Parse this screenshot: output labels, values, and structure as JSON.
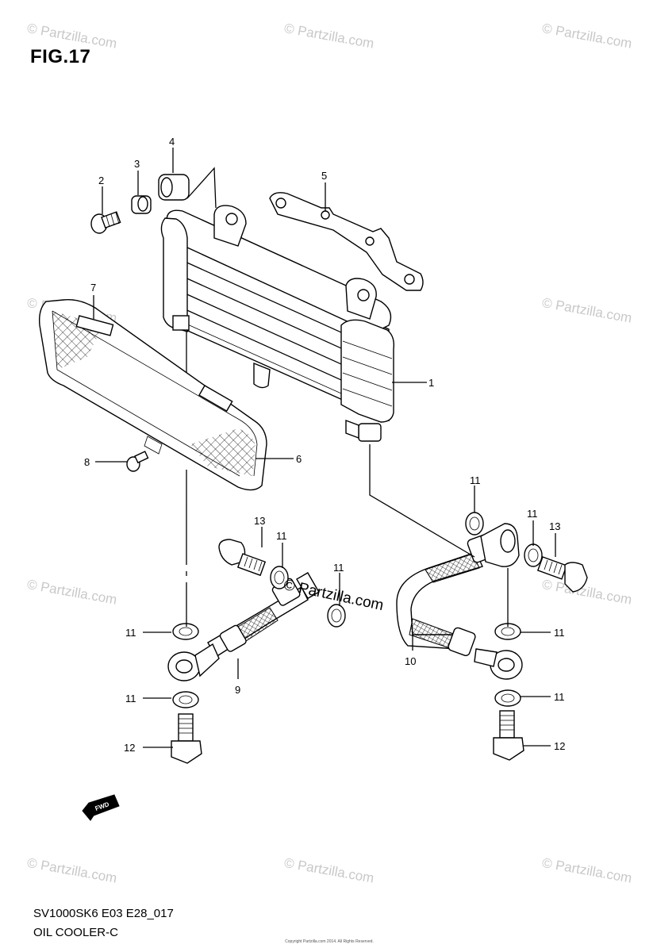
{
  "figure_title": "FIG.17",
  "footer": {
    "model_code": "SV1000SK6 E03 E28_017",
    "assembly_name": "OIL COOLER-C"
  },
  "watermark": {
    "text": "© Partzilla.com",
    "center_text": "© Partzilla.com",
    "copyright_note": "Copyright Partzilla.com 2014. All Rights Reserved."
  },
  "fwd_label": "FWD",
  "callouts": [
    {
      "id": "c1",
      "label": "1",
      "part": "oil cooler"
    },
    {
      "id": "c2",
      "label": "2",
      "part": "bolt"
    },
    {
      "id": "c3",
      "label": "3",
      "part": "spacer"
    },
    {
      "id": "c4",
      "label": "4",
      "part": "cushion"
    },
    {
      "id": "c5",
      "label": "5",
      "part": "bracket"
    },
    {
      "id": "c6",
      "label": "6",
      "part": "guard"
    },
    {
      "id": "c7",
      "label": "7",
      "part": "guard cushion"
    },
    {
      "id": "c8",
      "label": "8",
      "part": "screw"
    },
    {
      "id": "c9",
      "label": "9",
      "part": "hose"
    },
    {
      "id": "c10",
      "label": "10",
      "part": "hose"
    },
    {
      "id": "c11a",
      "label": "11",
      "part": "gasket"
    },
    {
      "id": "c11b",
      "label": "11",
      "part": "gasket"
    },
    {
      "id": "c11c",
      "label": "11",
      "part": "gasket"
    },
    {
      "id": "c11d",
      "label": "11",
      "part": "gasket"
    },
    {
      "id": "c11e",
      "label": "11",
      "part": "gasket"
    },
    {
      "id": "c11f",
      "label": "11",
      "part": "gasket"
    },
    {
      "id": "c11g",
      "label": "11",
      "part": "gasket"
    },
    {
      "id": "c11h",
      "label": "11",
      "part": "gasket"
    },
    {
      "id": "c12a",
      "label": "12",
      "part": "union bolt"
    },
    {
      "id": "c12b",
      "label": "12",
      "part": "union bolt"
    },
    {
      "id": "c13a",
      "label": "13",
      "part": "union bolt"
    },
    {
      "id": "c13b",
      "label": "13",
      "part": "union bolt"
    }
  ]
}
